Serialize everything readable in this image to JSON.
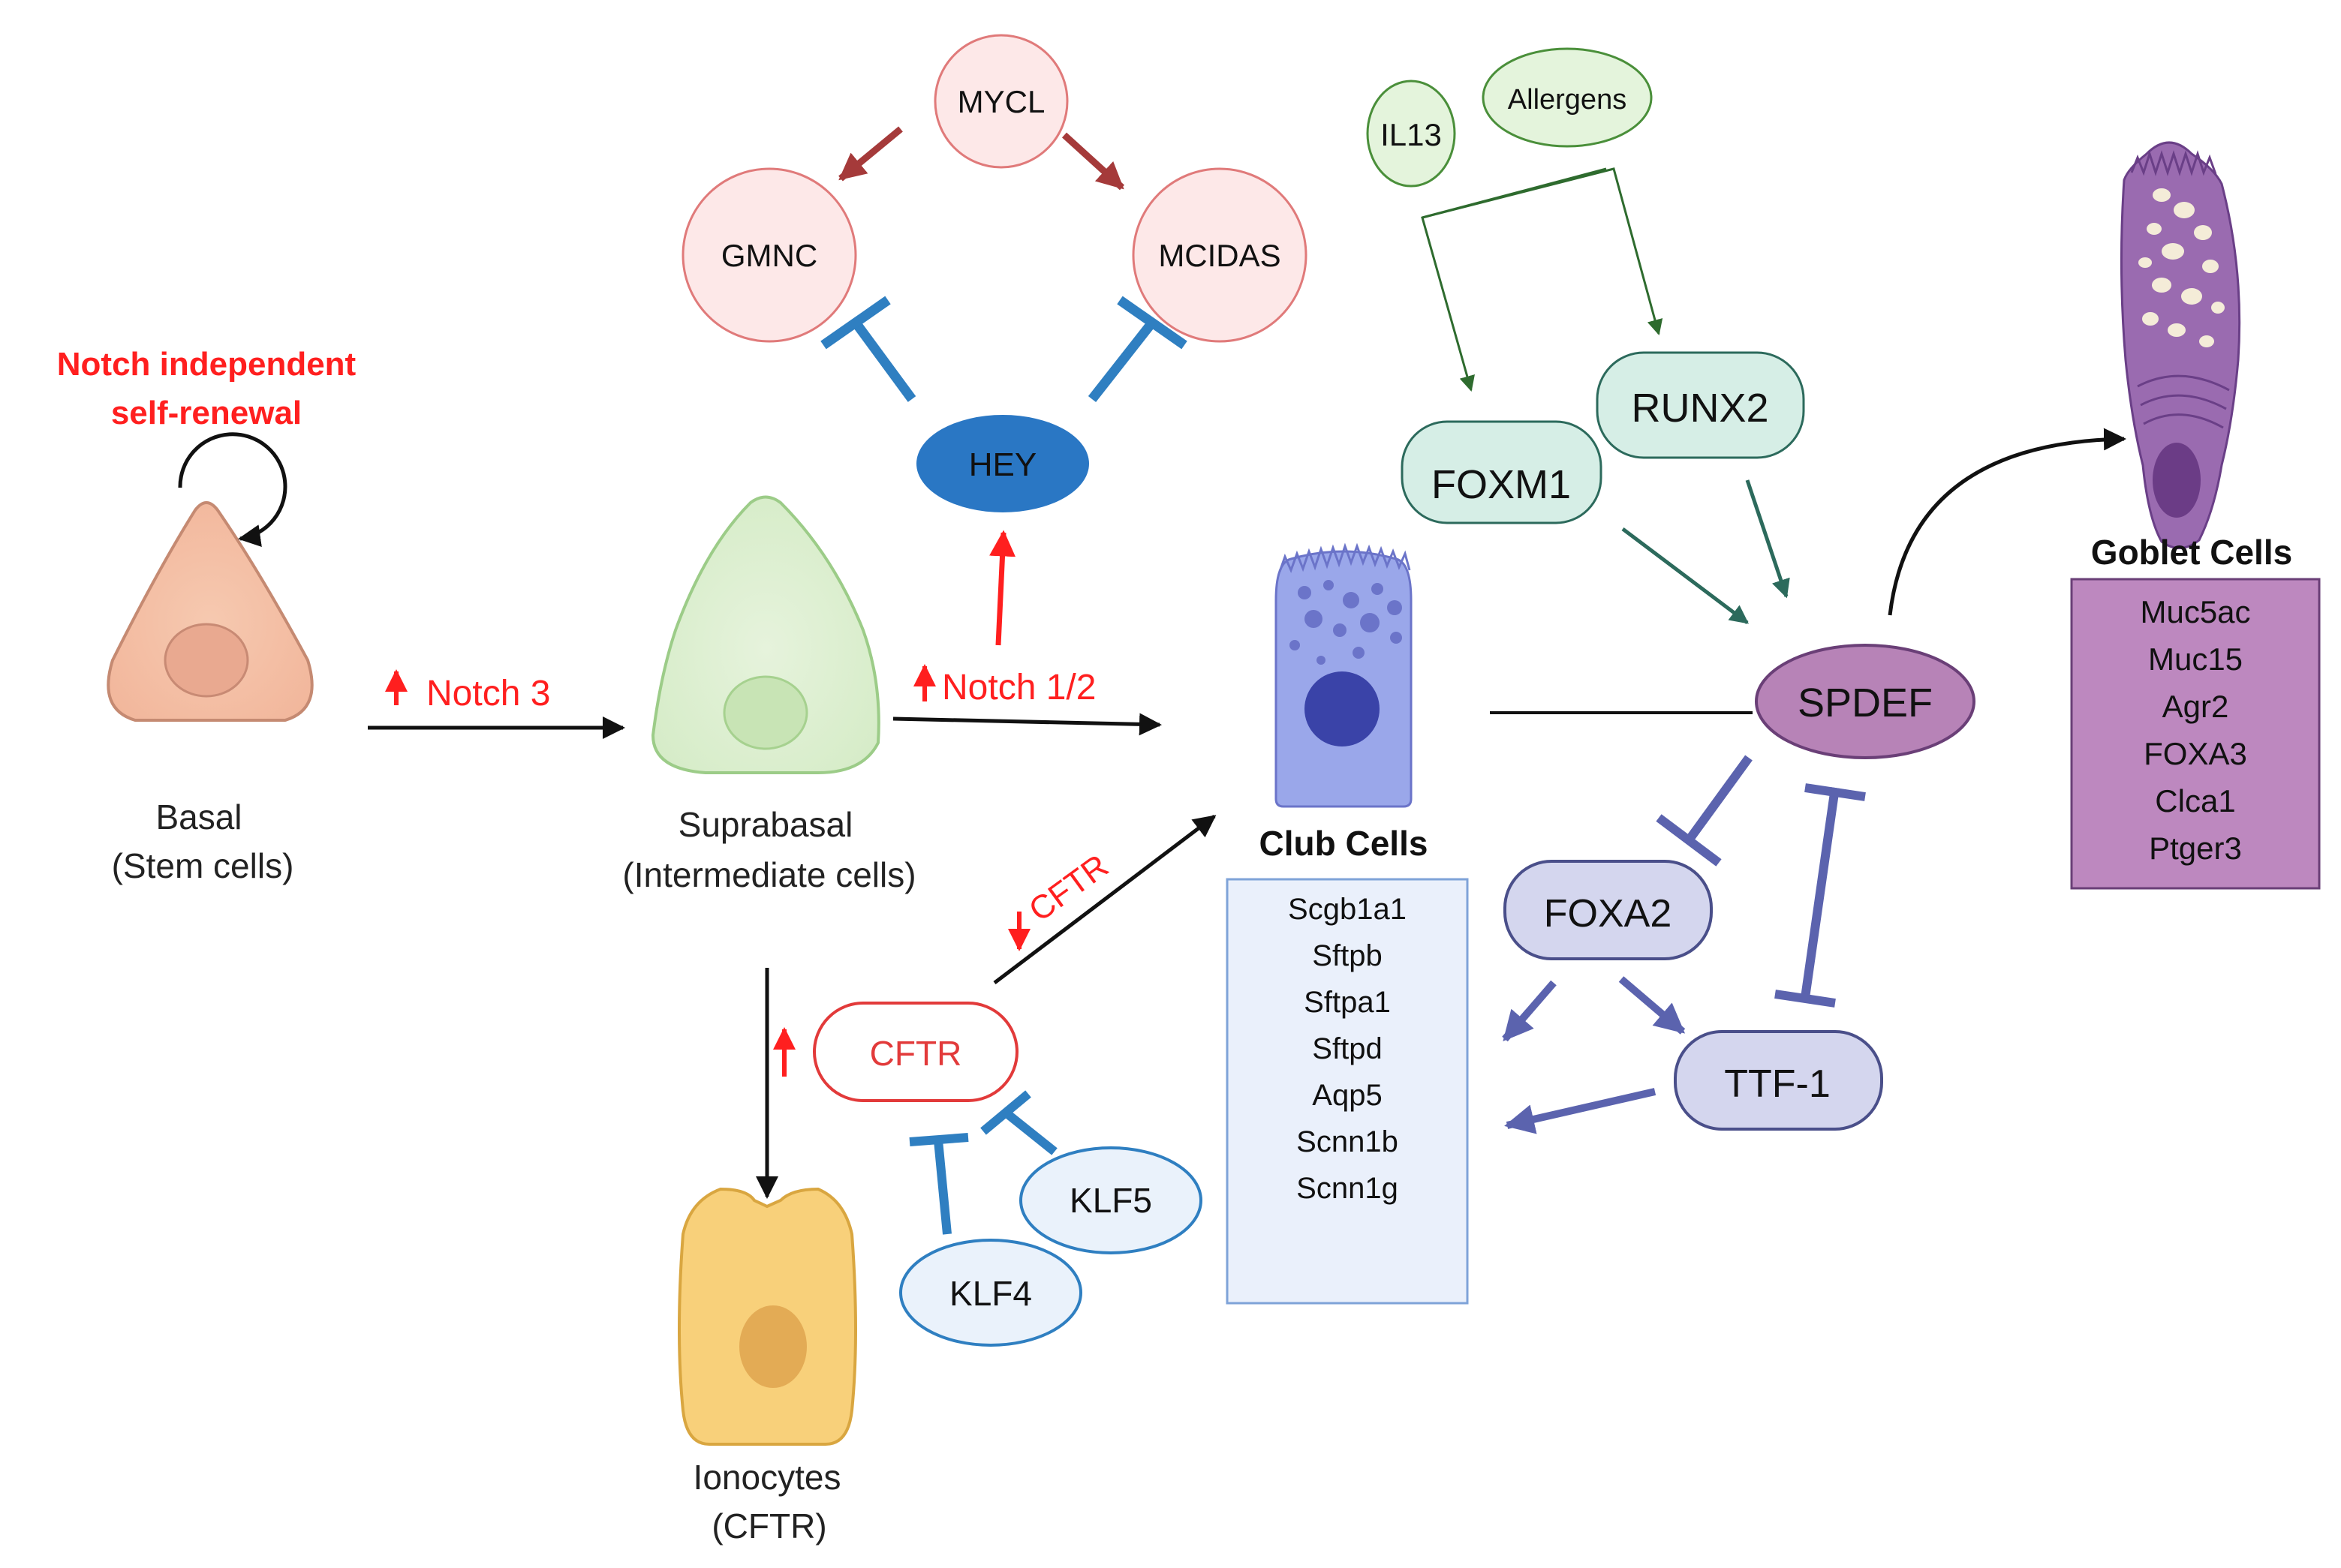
{
  "colors": {
    "red": "#ff1f1f",
    "black": "#111111",
    "blue_inhibit": "#2f7fc1",
    "hey_fill": "#2a77c4",
    "green_dark": "#2e6b2e",
    "teal_arrow": "#2c6a5c",
    "navy": "#5b63ae",
    "maroon": "#a53a3a",
    "spdef_fill": "#b783b7",
    "goblet_box": "#bd88bf"
  },
  "basal": {
    "label_line1": "Basal",
    "label_line2": "(Stem cells)"
  },
  "self_renewal": {
    "line1": "Notch independent",
    "line2": "self-renewal"
  },
  "notch3": {
    "label": "Notch 3"
  },
  "suprabasal": {
    "label_line1": "Suprabasal",
    "label_line2": "(Intermediate cells)"
  },
  "notch12": {
    "label": "Notch 1/2"
  },
  "hey": {
    "label": "HEY"
  },
  "mycl": {
    "label": "MYCL"
  },
  "gmnc": {
    "label": "GMNC"
  },
  "mcidas": {
    "label": "MCIDAS"
  },
  "il13": {
    "label": "IL13"
  },
  "allergens": {
    "label": "Allergens"
  },
  "foxm1": {
    "label": "FOXM1"
  },
  "runx2": {
    "label": "RUNX2"
  },
  "spdef": {
    "label": "SPDEF"
  },
  "foxa2": {
    "label": "FOXA2"
  },
  "ttf1": {
    "label": "TTF-1"
  },
  "cftr_node": {
    "label": "CFTR"
  },
  "cftr_arrow": {
    "label": "CFTR"
  },
  "klf5": {
    "label": "KLF5"
  },
  "klf4": {
    "label": "KLF4"
  },
  "club": {
    "title": "Club Cells",
    "markers": [
      "Scgb1a1",
      "Sftpb",
      "Sftpa1",
      "Sftpd",
      "Aqp5",
      "Scnn1b",
      "Scnn1g"
    ]
  },
  "goblet": {
    "title": "Goblet Cells",
    "markers": [
      "Muc5ac",
      "Muc15",
      "Agr2",
      "FOXA3",
      "Clca1",
      "Ptger3"
    ]
  },
  "ionocytes": {
    "label_line1": "Ionocytes",
    "label_line2": "(CFTR)"
  }
}
